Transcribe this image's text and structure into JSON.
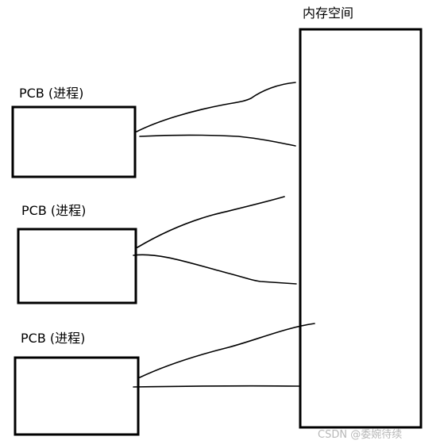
{
  "memory": {
    "label": "内存空间"
  },
  "processes": [
    {
      "label": "PCB (进程)"
    },
    {
      "label": "PCB (进程)"
    },
    {
      "label": "PCB (进程)"
    }
  ],
  "watermark": "CSDN @委婉待续"
}
